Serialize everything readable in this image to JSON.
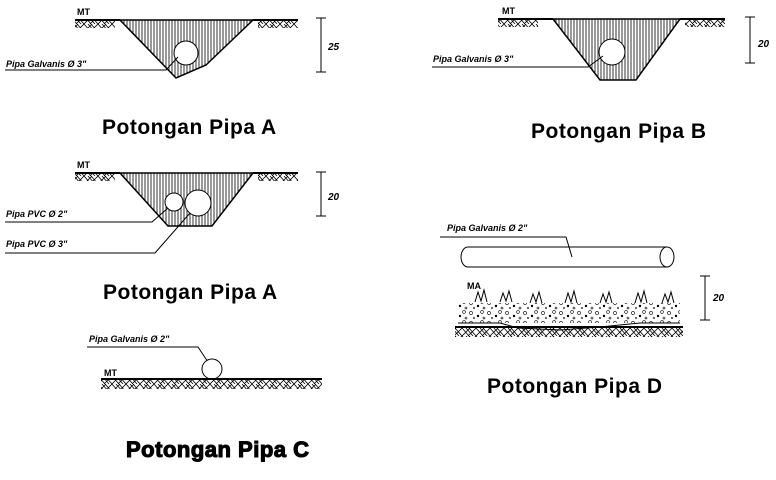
{
  "sections": {
    "a1": {
      "title": "Potongan Pipa A",
      "ground": "MT",
      "pipe": "Pipa Galvanis Ø 3\"",
      "depth": "25"
    },
    "b": {
      "title": "Potongan Pipa B",
      "ground": "MT",
      "pipe": "Pipa Galvanis Ø 3\"",
      "depth": "20"
    },
    "a2": {
      "title": "Potongan Pipa A",
      "ground": "MT",
      "pipe_small": "Pipa PVC Ø 2\"",
      "pipe_large": "Pipa PVC Ø 3\"",
      "depth": "20"
    },
    "c": {
      "title": "Potongan Pipa C",
      "ground": "MT",
      "pipe": "Pipa Galvanis Ø 2\""
    },
    "d": {
      "title": "Potongan Pipa D",
      "ground": "MA",
      "pipe": "Pipa Galvanis Ø 2\"",
      "depth": "20"
    }
  }
}
